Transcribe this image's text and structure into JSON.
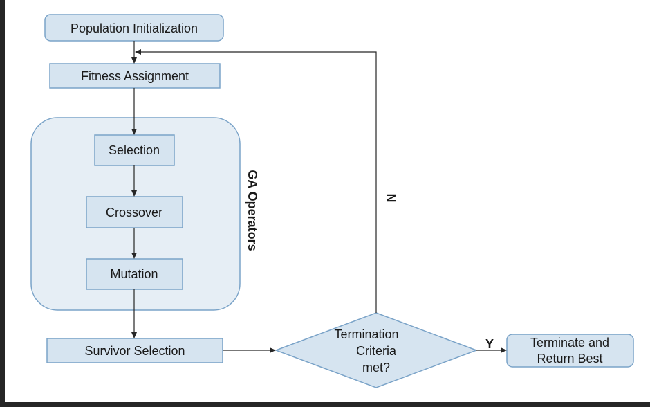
{
  "nodes": {
    "population_init": "Population Initialization",
    "fitness": "Fitness Assignment",
    "selection": "Selection",
    "crossover": "Crossover",
    "mutation": "Mutation",
    "survivor": "Survivor Selection",
    "termination_line1": "Termination",
    "termination_line2": "Criteria",
    "termination_line3": "met?",
    "terminate_line1": "Terminate and",
    "terminate_line2": "Return Best"
  },
  "group_label": "GA Operators",
  "edge_labels": {
    "no": "N",
    "yes": "Y"
  },
  "colors": {
    "box_fill": "#d6e4f0",
    "box_stroke": "#7aa3c8",
    "group_fill": "#e6eef5",
    "arrow": "#262626",
    "frame": "#262626"
  }
}
